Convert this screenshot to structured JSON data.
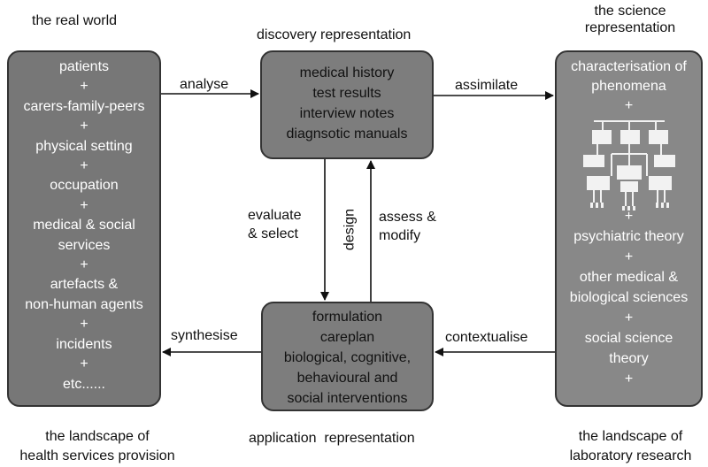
{
  "labels": {
    "real_world": "the real world",
    "discovery": "discovery representation",
    "science_line1": "the science",
    "science_line2": "representation",
    "health_line1": "the landscape of",
    "health_line2": "health services provision",
    "application": "application  representation",
    "lab_line1": "the landscape of",
    "lab_line2": "laboratory research"
  },
  "left_box": {
    "items": [
      "patients",
      "+",
      "carers-family-peers",
      "+",
      "physical setting",
      "+",
      "occupation",
      "+",
      "medical & social",
      "services",
      "+",
      "artefacts &",
      "non-human agents",
      "+",
      "incidents",
      "+",
      "etc......"
    ]
  },
  "top_box": {
    "lines": [
      "medical history",
      "test results",
      "interview notes",
      "diagnsotic manuals"
    ]
  },
  "bottom_box": {
    "lines": [
      "formulation",
      "careplan",
      "biological, cognitive,",
      "behavioural and",
      "social interventions"
    ]
  },
  "right_box": {
    "top_lines": [
      "characterisation of",
      "phenomena",
      "+"
    ],
    "bottom_lines": [
      "+",
      "psychiatric theory",
      "+",
      "other medical &",
      "biological sciences",
      "+",
      "social science",
      "theory",
      "+"
    ]
  },
  "arrows": {
    "analyse": "analyse",
    "assimilate": "assimilate",
    "synthesise": "synthesise",
    "contextualise": "contextualise",
    "evaluate_line1": "evaluate",
    "evaluate_line2": "& select",
    "design": "design",
    "assess_line1": "assess &",
    "assess_line2": "modify"
  },
  "colors": {
    "box_fill": "#7d7d7d",
    "box_border": "#333333",
    "arrow": "#111111"
  }
}
